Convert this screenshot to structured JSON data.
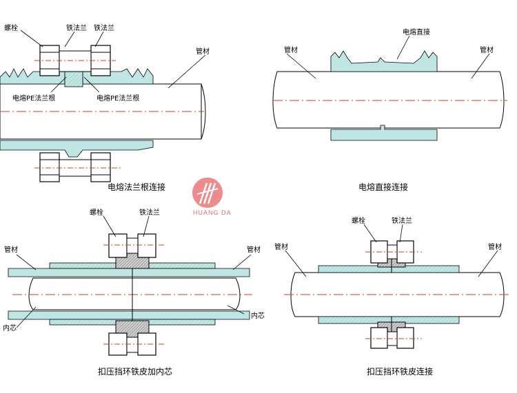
{
  "figure_1": {
    "caption": "电熔法兰根连接",
    "labels": {
      "bolt": "螺栓",
      "iron_flange_a": "铁法兰",
      "iron_flange_b": "铁法兰",
      "pipe": "管材",
      "pe_flange_a": "电熔PE法兰根",
      "pe_flange_b": "电熔PE法兰根"
    }
  },
  "figure_2": {
    "caption": "电熔直接连接",
    "labels": {
      "coupler": "电熔直接",
      "pipe_left": "管材",
      "pipe_right": "管材"
    }
  },
  "figure_3": {
    "caption": "扣压挡环铁皮加内芯",
    "labels": {
      "bolt": "螺栓",
      "iron_flange": "铁法兰",
      "pipe_left": "管材",
      "pipe_right": "管材",
      "core_left": "内芯",
      "core_right": "内芯"
    }
  },
  "figure_4": {
    "caption": "扣压挡环铁皮连接",
    "labels": {
      "bolt": "螺栓",
      "iron_flange": "铁法兰",
      "pipe_left": "管材",
      "pipe_right": "管材"
    }
  },
  "logo": {
    "text": "HUANG DA",
    "color": "#e86a6a"
  },
  "colors": {
    "fitting": "#bfe6e3",
    "centerline": "#d23a2a",
    "stroke": "#000000"
  }
}
